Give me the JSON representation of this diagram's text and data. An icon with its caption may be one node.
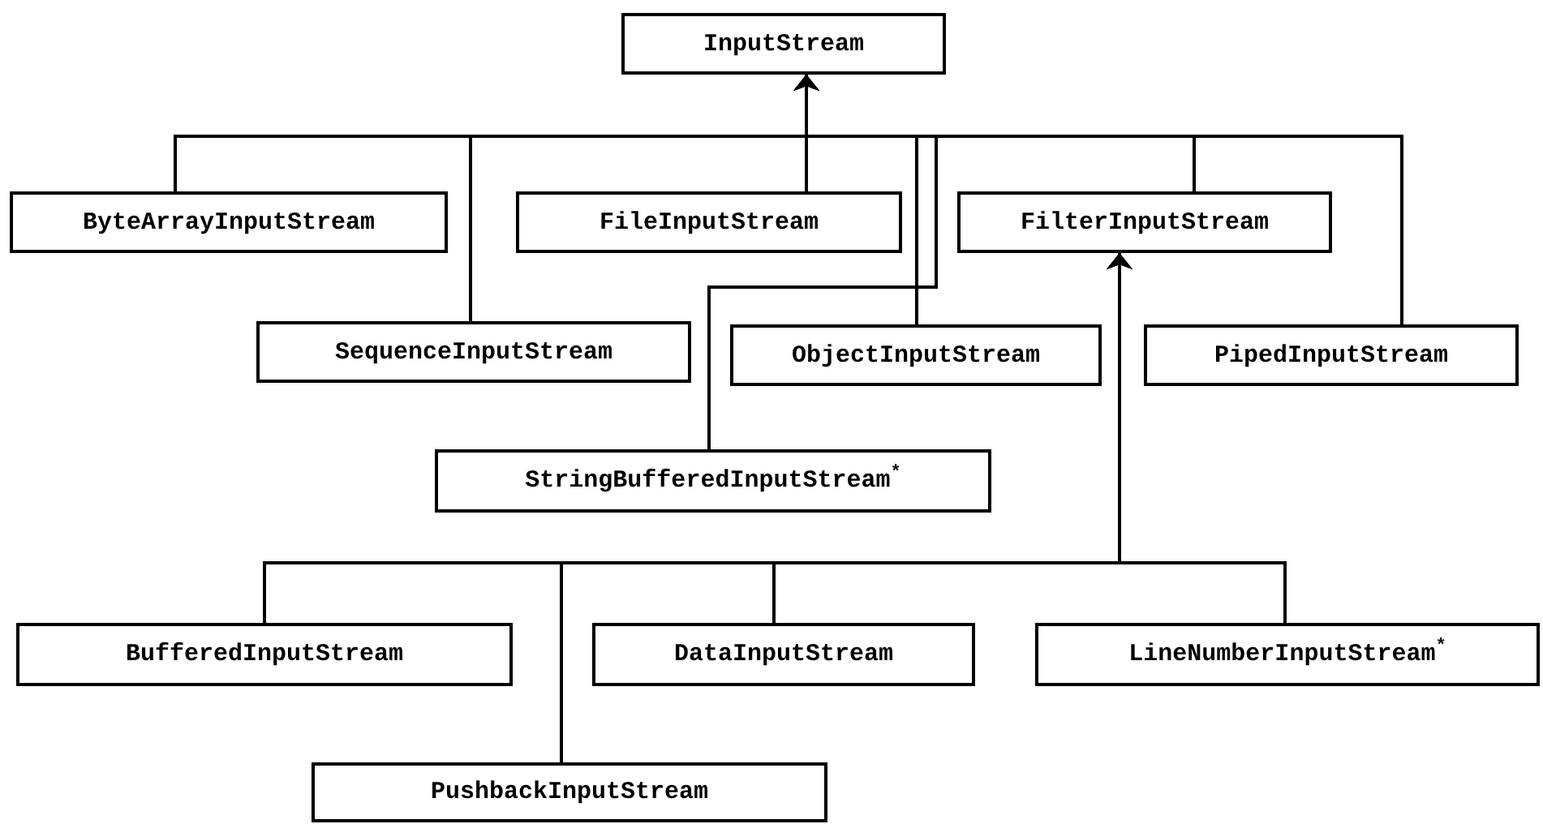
{
  "diagram": {
    "nodes": [
      {
        "text": [
          "InputStream"
        ]
      },
      {
        "text": [
          "ByteArrayInputStream"
        ]
      },
      {
        "text": [
          "FileInputStream"
        ]
      },
      {
        "text": [
          "FilterInputStream"
        ]
      },
      {
        "text": [
          "SequenceInputStream"
        ]
      },
      {
        "text": [
          "ObjectInputStream"
        ]
      },
      {
        "text": [
          "PipedInputStream"
        ]
      },
      {
        "text": [
          "StringBufferedInputStream$^{*}$"
        ]
      },
      {
        "text": [
          "BufferedInputStream"
        ]
      },
      {
        "text": [
          "DataInputStream"
        ]
      },
      {
        "text": [
          "LineNumberInputStream$^{*}$"
        ]
      },
      {
        "text": [
          "PushbackInputStream"
        ]
      }
    ],
    "edges": [
      {
        "from": 1,
        "to": 0,
        "arrow": "to"
      },
      {
        "from": 2,
        "to": 0,
        "arrow": "to"
      },
      {
        "from": 3,
        "to": 0,
        "arrow": "to"
      },
      {
        "from": 4,
        "to": 0,
        "arrow": "to"
      },
      {
        "from": 5,
        "to": 0,
        "arrow": "to"
      },
      {
        "from": 6,
        "to": 0,
        "arrow": "to"
      },
      {
        "from": 7,
        "to": 0,
        "arrow": "to"
      },
      {
        "from": 8,
        "to": 3,
        "arrow": "to"
      },
      {
        "from": 9,
        "to": 3,
        "arrow": "to"
      },
      {
        "from": 10,
        "to": 3,
        "arrow": "to"
      },
      {
        "from": 11,
        "to": 3,
        "arrow": "to"
      }
    ]
  }
}
